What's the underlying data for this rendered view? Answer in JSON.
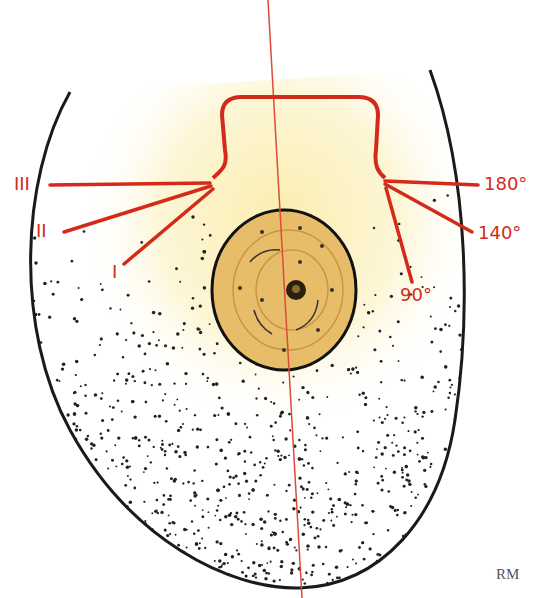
{
  "diagram": {
    "labels": [
      "III",
      "180°",
      "II",
      "140°",
      "I",
      "90°",
      "RM"
    ]
  }
}
